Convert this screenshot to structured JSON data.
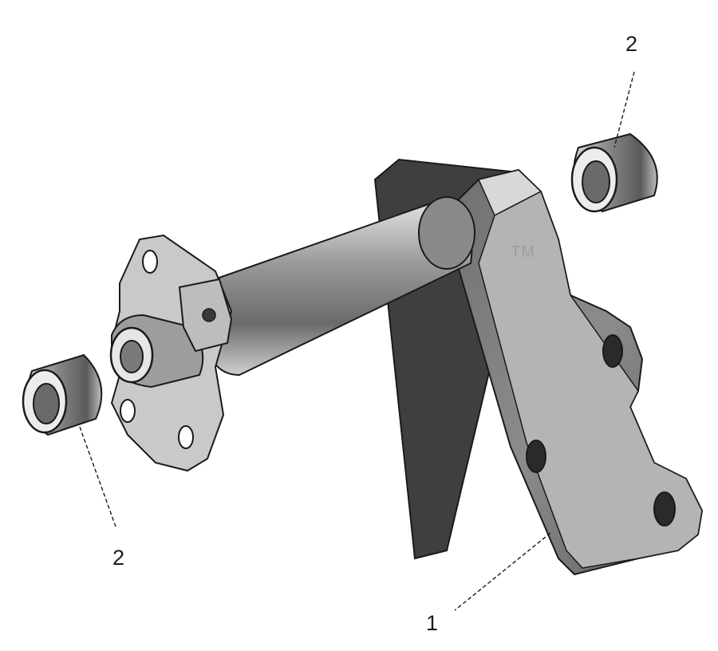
{
  "callouts": {
    "bushing_top": "2",
    "bushing_left": "2",
    "bracket": "1"
  },
  "watermark": {
    "trademark": "TM"
  },
  "colors": {
    "ink": "#1a1a1a",
    "shade_dark": "#555555",
    "shade_mid": "#8a8a8a",
    "shade_light": "#c8c8c8",
    "watermark": "#b0b0b0"
  }
}
